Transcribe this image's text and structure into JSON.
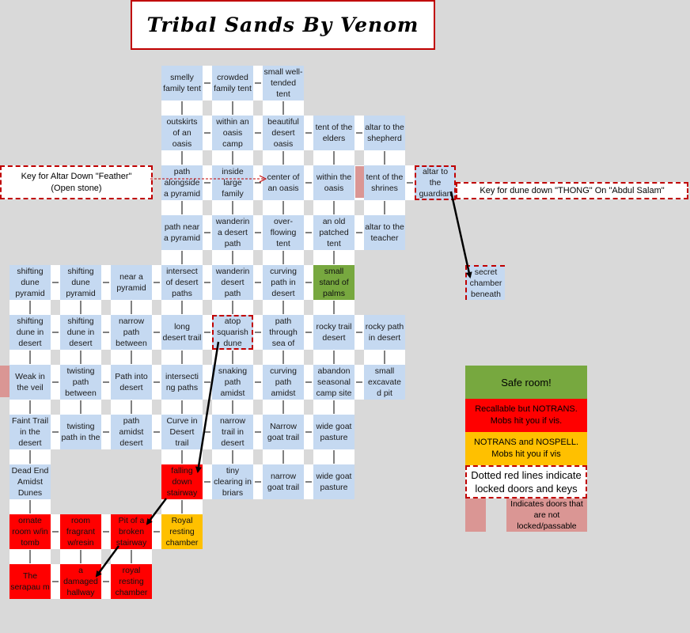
{
  "title": "Tribal Sands By Venom",
  "colors": {
    "background": "#d9d9d9",
    "room": "#c5d9f1",
    "safe": "#77a83f",
    "recallable": "#ff0000",
    "nospell": "#ffc000",
    "passable_door": "#da9694",
    "locked": "#c00000"
  },
  "keys": {
    "feather": "Key for Altar Down \"Feather\" (Open stone)",
    "thong": "Key for dune down \"THONG\" On \"Abdul Salam\""
  },
  "rooms": {
    "smelly_family_tent": "smelly family tent",
    "crowded_family_tent": "crowded family tent",
    "small_well_tended_tent": "small well-tended tent",
    "outskirts_oasis": "outskirts of an oasis",
    "within_oasis_camp": "within an oasis camp",
    "beautiful_desert_oasis": "beautiful desert oasis",
    "tent_of_elders": "tent of the elders",
    "altar_shepherd": "altar to the shepherd",
    "path_alongside_pyramid": "path alongside a pyramid",
    "inside_large_family": "inside large family",
    "center_of_oasis": "center of an oasis",
    "within_the_oasis": "within the oasis",
    "tent_of_shrines": "tent of the shrines",
    "altar_guardian": "altar to the guardian",
    "path_near_pyramid": "path near a pyramid",
    "wanderin_desert_path_1": "wanderin a desert path",
    "over_flowing_tent": "over-flowing tent",
    "old_patched_tent": "an old patched tent",
    "altar_teacher": "altar to the teacher",
    "shifting_dune_pyramid_1": "shifting dune pyramid",
    "shifting_dune_pyramid_2": "shifting dune pyramid",
    "near_a_pyramid": "near a pyramid",
    "intersect_desert_paths": "intersect of desert paths",
    "wanderin_desert_path_2": "wanderin desert path",
    "curving_path_desert": "curving path in desert",
    "small_stand_palms": "small stand of palms",
    "secret_chamber": "secret chamber beneath",
    "shifting_dune_desert_1": "shifting dune in desert",
    "shifting_dune_desert_2": "shifting dune in desert",
    "narrow_path_between": "narrow path between",
    "long_desert_trail": "long desert trail",
    "atop_squarish_dune": "atop squarish dune",
    "path_through_sea": "path through sea of",
    "rocky_trail_desert": "rocky trail desert",
    "rocky_path_desert": "rocky path in desert",
    "weak_in_veil": "Weak in the veil",
    "twisting_path_between": "twisting path between",
    "path_into_desert": "Path into desert",
    "intersecting_paths": "intersecti ng paths",
    "snaking_path_amidst": "snaking path amidst",
    "curving_path_amidst": "curving path amidst",
    "abandon_seasonal_camp": "abandon seasonal camp site",
    "small_excavated_pit": "small excavate d pit",
    "faint_trail_desert": "Faint Trail in the desert",
    "twisting_path_in_the": "twisting path in the",
    "path_amidst_desert": "path amidst desert",
    "curve_desert_trail": "Curve in Desert trail",
    "narrow_trail_desert": "narrow trail in desert",
    "narrow_goat_trail_1": "Narrow goat trail",
    "wide_goat_pasture_1": "wide goat pasture",
    "dead_end_dunes": "Dead End Amidst Dunes",
    "falling_down_stairway": "falling down stairway",
    "tiny_clearing_briars": "tiny clearing in briars",
    "narrow_goat_trail_2": "narrow goat trail",
    "wide_goat_pasture_2": "wide goat pasture",
    "ornate_room_tomb": "ornate room w/in tomb",
    "room_fragrant_resin": "room fragrant w/resin",
    "pit_broken_stairway": "Pit of a broken stairway",
    "royal_resting_chamber_1": "Royal resting chamber",
    "the_serapaum": "The serapau m",
    "damaged_hallway": "a damaged hallway",
    "royal_resting_chamber_2": "royal resting chamber"
  },
  "legend": {
    "safe": "Safe room!",
    "recallable": "Recallable but NOTRANS. Mobs hit you if vis.",
    "nospell": "NOTRANS and NOSPELL. Mobs hit you if vis",
    "locked": "Dotted red lines indicate locked doors and keys",
    "passable": "Indicates doors that are not locked/passable"
  }
}
